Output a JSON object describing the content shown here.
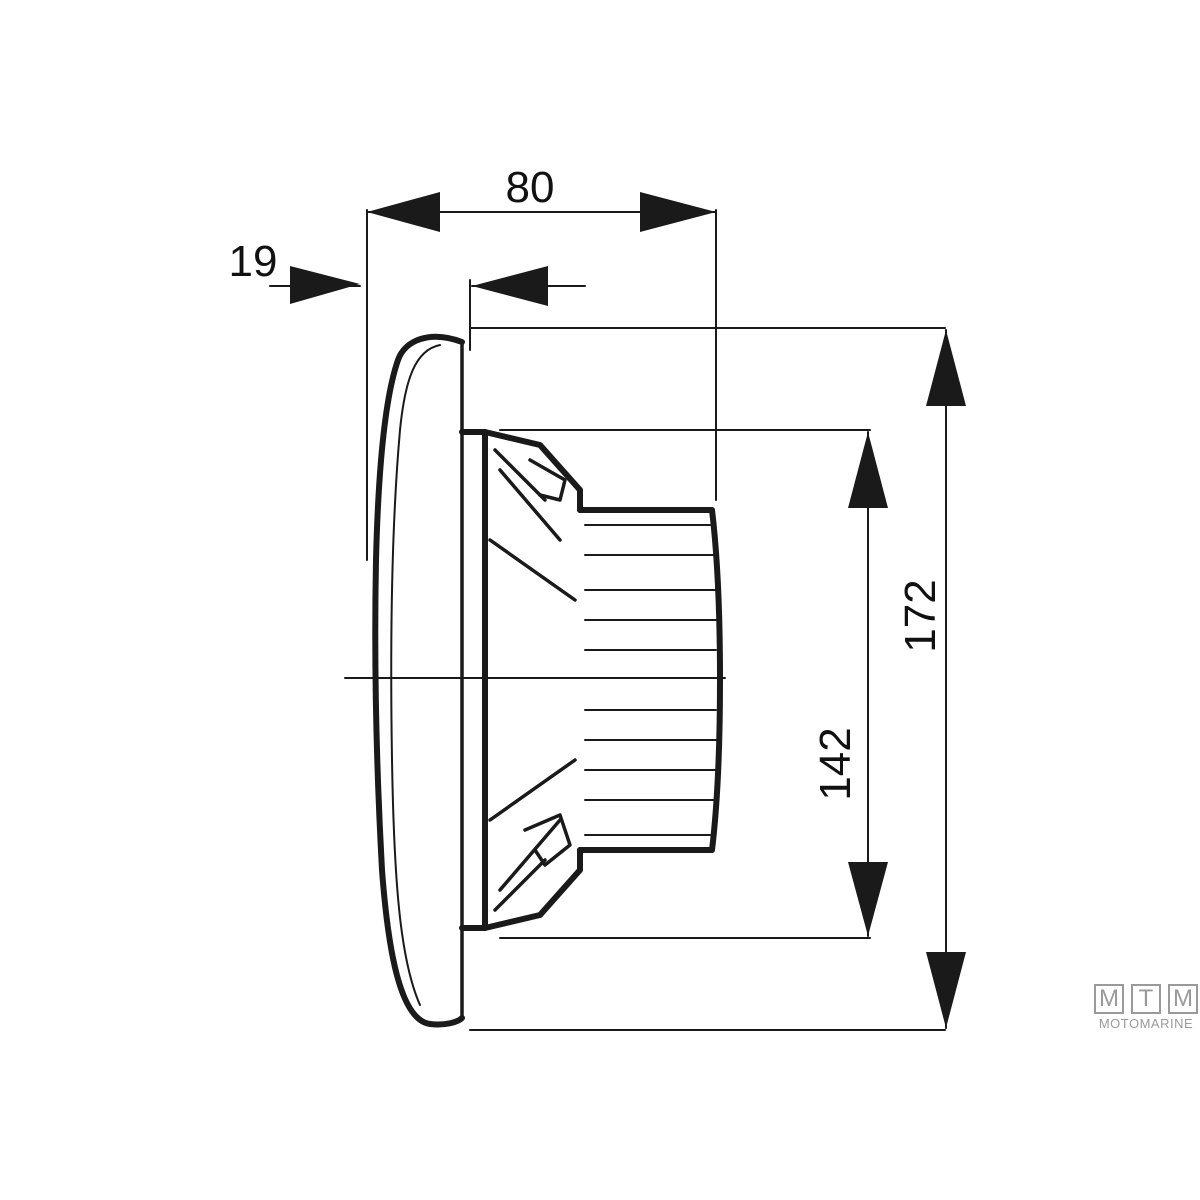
{
  "diagram": {
    "dimensions": {
      "depth": "80",
      "flange_thickness": "19",
      "cutout_diameter": "142",
      "outer_diameter": "172"
    },
    "colors": {
      "line": "#1a1a1a",
      "background": "#ffffff",
      "watermark": "#9a9a9a"
    }
  },
  "watermark": {
    "letters": [
      "M",
      "T",
      "M"
    ],
    "word": "MOTOMARINE"
  }
}
